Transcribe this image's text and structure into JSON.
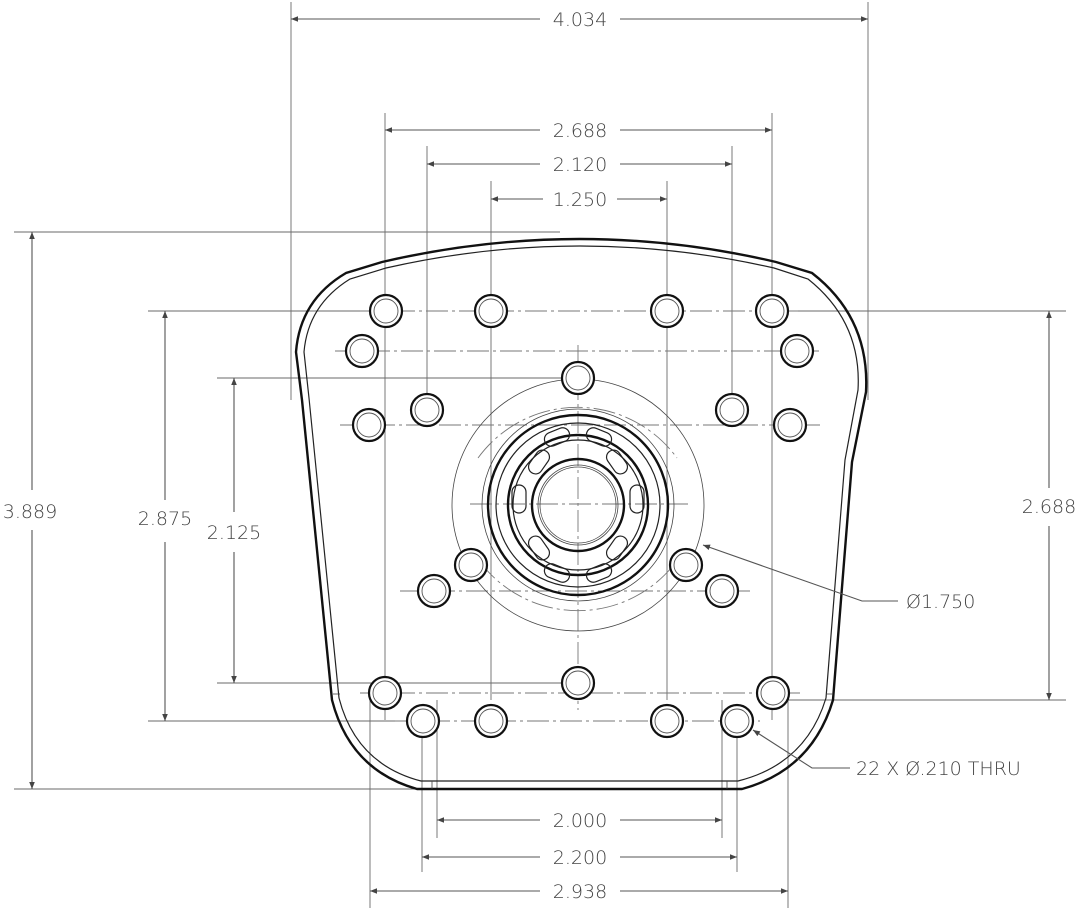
{
  "drawing": {
    "dimensions": {
      "overall_width": "4.034",
      "outer_hole_span": "2.688",
      "mid_hole_span": "2.120",
      "inner_hole_span": "1.250",
      "overall_height": "3.889",
      "left_outer_height": "2.875",
      "left_inner_height": "2.125",
      "right_height": "2.688",
      "bottom_inner": "2.000",
      "bottom_mid": "2.200",
      "bottom_outer": "2.938"
    },
    "callouts": {
      "bolt_circle": "Ø1.750",
      "hole_note": "22 X Ø.210 THRU"
    }
  }
}
